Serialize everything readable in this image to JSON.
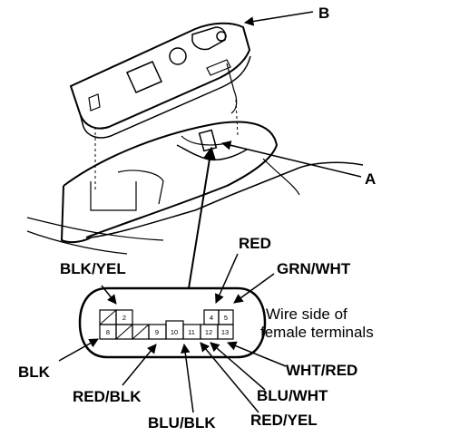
{
  "callouts": {
    "a": "A",
    "b": "B"
  },
  "wires": {
    "red": "RED",
    "blk_yel": "BLK/YEL",
    "grn_wht": "GRN/WHT",
    "blk": "BLK",
    "wht_red": "WHT/RED",
    "red_blk": "RED/BLK",
    "blu_wht": "BLU/WHT",
    "blu_blk": "BLU/BLK",
    "red_yel": "RED/YEL"
  },
  "note": {
    "line1": "Wire side of",
    "line2": "female terminals"
  },
  "pins": {
    "p2": "2",
    "p4": "4",
    "p5": "5",
    "p8": "8",
    "p9": "9",
    "p10": "10",
    "p11": "11",
    "p12": "12",
    "p13": "13"
  }
}
